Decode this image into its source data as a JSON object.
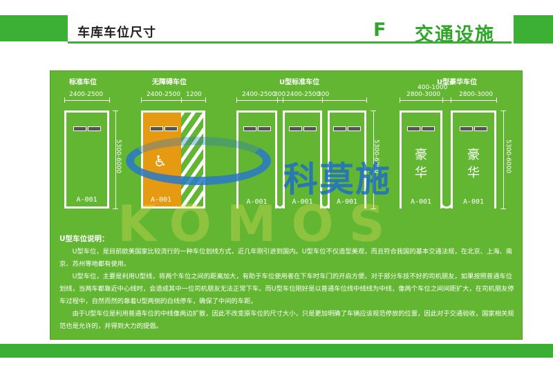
{
  "header": {
    "title": "车库车位尺寸",
    "section_code": "F",
    "section_name": "交通设施"
  },
  "colors": {
    "brand_green": "#3cb034",
    "panel_green": "#63b631",
    "accessible_orange": "#e69a12",
    "watermark_blue": "#1e6ec8"
  },
  "columns": {
    "standard": "标准车位",
    "accessible": "无障碍车位",
    "u_standard": "U型标准车位",
    "u_luxury": "U型豪华车位"
  },
  "dims": {
    "std_width": "2400-2500",
    "acc_width": "2400-2500",
    "acc_aisle": "1200",
    "u_width_1": "2400-2500",
    "u_gap_1": "300",
    "u_width_2": "2400-2500",
    "u_gap_2": "300",
    "lux_gap": "400-1000",
    "lux_width_1": "2800-3000",
    "lux_width_2": "2800-3000",
    "length_1": "5300-6000",
    "length_2": "5300-6000",
    "length_3": "5300-6000"
  },
  "stalls": {
    "code": "A-001",
    "lux_text_1a": "豪",
    "lux_text_1b": "华",
    "lux_text_2a": "豪",
    "lux_text_2b": "华"
  },
  "icons": {
    "accessible": "wheelchair-icon",
    "stopper": "wheel-stopper-icon"
  },
  "watermark": {
    "brand_cn": "科莫施",
    "brand_latin": "KOMOS"
  },
  "notes": {
    "title": "U型车位说明：",
    "p1": "U型车位，是目前欧美国家比较流行的一种车位划线方式，近几年刚引进到国内。U型车位不仅造型美观，而且符合我国的基本交通法规，在北京、上海、南京、苏州等地都有使用。",
    "p2": "U型车位，主要是利用U型线，将两个车位之间的距离加大，有助于车位使用者在下车时车门的开启方便。对于部分车技不好的司机朋友，如果按照普通车位划线，当两车都靠近中心线时，会造成其中一位司机朋友无法正常下车。而U型车位刚好是以普通车位线中线线为中线，像两个车位之间间距扩大，在司机朋友停车过程中，自然而然的靠着U型两侧的白线停车，确保了中间的车距。",
    "p3": "由于U型车位是利用普通车位的中线像两边扩散，因此不改变原车位的尺寸大小，只是更加明确了车辆应该规范停放的位置，因此对于交通验收，国家相关规范也是允许的，并得到大力的提倡。"
  }
}
